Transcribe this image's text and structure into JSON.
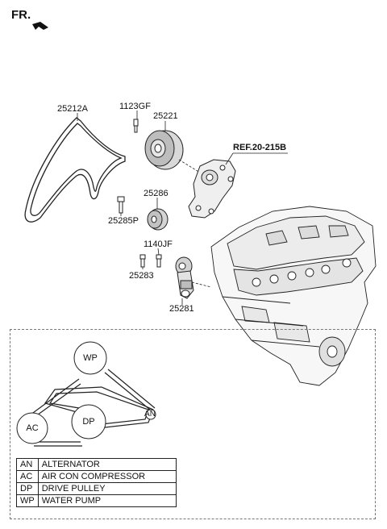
{
  "header": {
    "fr_label": "FR."
  },
  "ref_label": "REF.20-215B",
  "parts": {
    "belt": "25212A",
    "bolt_water_pump_pulley": "1123GF",
    "water_pump_pulley": "25221",
    "idler_pulley": "25286",
    "idler_bolt": "25285P",
    "tensioner_bolt_a": "1140JF",
    "tensioner_bolt_b": "25283",
    "tensioner": "25281"
  },
  "belt_routing": {
    "circles": [
      "WP",
      "AC",
      "DP",
      "AN"
    ]
  },
  "legend": [
    {
      "code": "AN",
      "desc": "ALTERNATOR"
    },
    {
      "code": "AC",
      "desc": "AIR CON COMPRESSOR"
    },
    {
      "code": "DP",
      "desc": "DRIVE PULLEY"
    },
    {
      "code": "WP",
      "desc": "WATER PUMP"
    }
  ]
}
